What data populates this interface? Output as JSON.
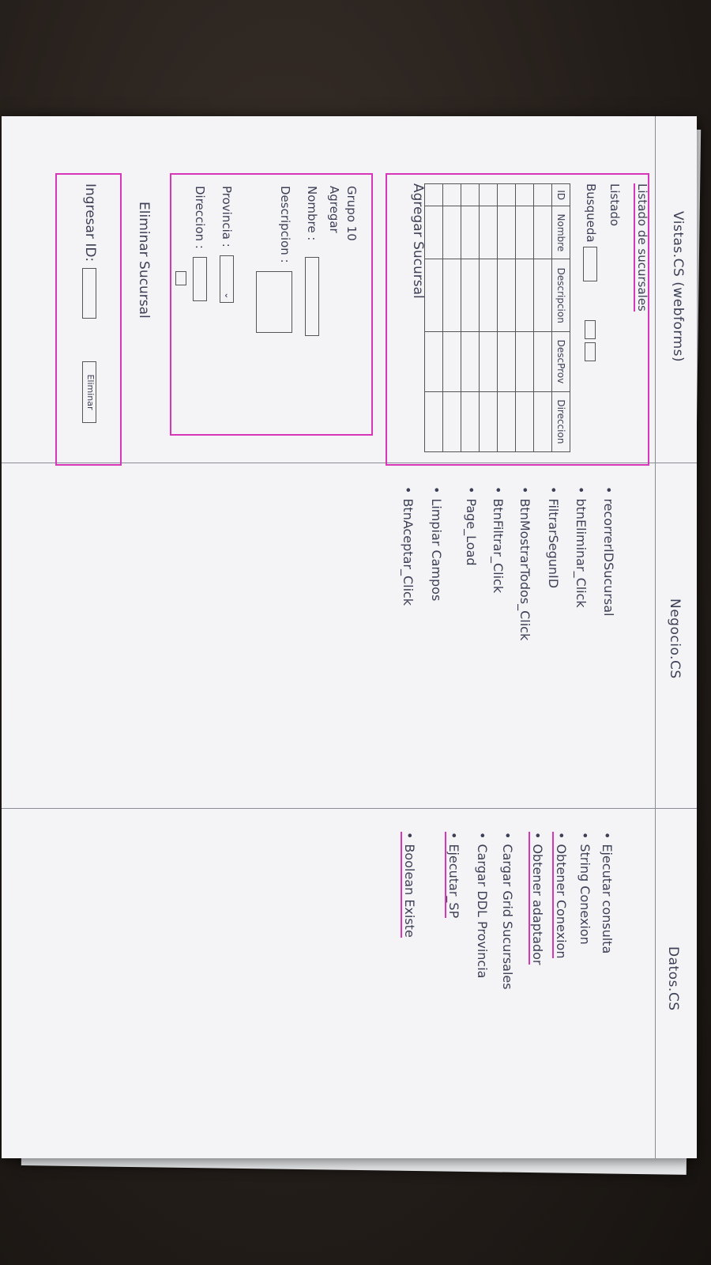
{
  "columns": [
    {
      "title": "Vistas.CS (webforms)"
    },
    {
      "title": "Negocio.CS"
    },
    {
      "title": "Datos.CS"
    }
  ],
  "vistas": {
    "listado_title": "Listado de sucursales",
    "listado_label": "Listado",
    "busqueda_label": "Busqueda",
    "table_headers": [
      "ID",
      "Nombre",
      "Descripcion",
      "DescProv",
      "Direccion"
    ],
    "agregar_title": "Agregar Sucursal",
    "grupo": "Grupo 10",
    "agregar_label": "Agregar",
    "nombre_label": "Nombre :",
    "descripcion_label": "Descripcion :",
    "provincia_label": "Provincia :",
    "direccion_label": "Direccion :",
    "eliminar_title": "Eliminar Sucursal",
    "ingresar_label": "Ingresar ID:",
    "eliminar_button": "Eliminar"
  },
  "negocio": {
    "items": [
      "recorrerIDSucursal",
      "btnEliminar_Click",
      "FiltrarSegunID",
      "BtnMostrarTodos_Click",
      "BtnFiltrar_Click",
      "Page_Load",
      "Limpiar Campos",
      "BtnAceptar_Click"
    ]
  },
  "datos": {
    "items": [
      "Ejecutar consulta",
      "String Conexion",
      "Obtener Conexion",
      "Obtener adaptador",
      "Cargar Grid Sucursales",
      "Cargar DDL Provincia",
      "Ejecutar_SP",
      "Boolean Existe"
    ]
  }
}
